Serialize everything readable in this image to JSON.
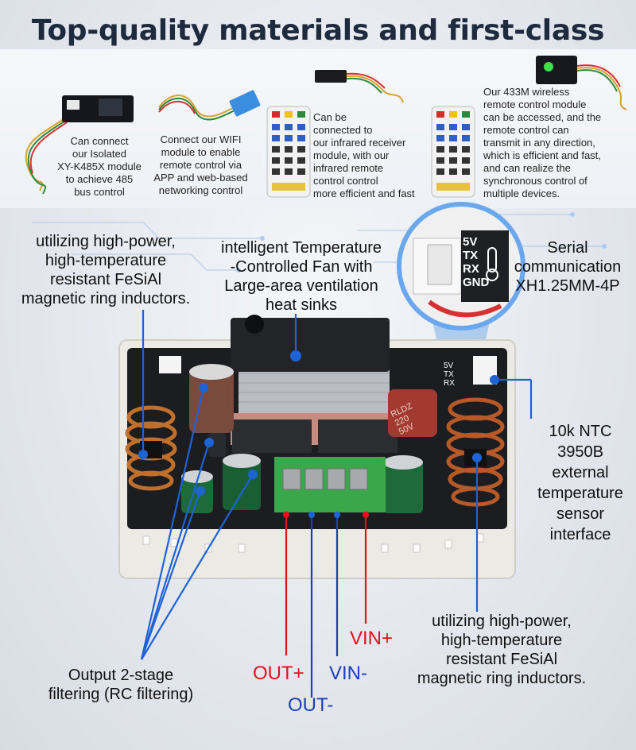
{
  "title": "Top-quality materials and first-class texture",
  "accessories": {
    "rs485": [
      "Can  connect",
      "our Isolated",
      "XY-K485X module",
      "to achieve 485",
      "bus control"
    ],
    "wifi": [
      "Connect our WIFI",
      "module to enable",
      "remote control via",
      "APP and web-based",
      "networking control"
    ],
    "infrared": [
      "Can be",
      "connected to",
      "our infrared receiver",
      "module, with our",
      "infrared remote",
      "control control",
      "more efficient and fast"
    ],
    "wireless": [
      "Our 433M wireless",
      "remote control module",
      "can be accessed, and the",
      "remote control can",
      "transmit in any direction,",
      "which is efficient and fast,",
      " and can realize the",
      "synchronous control of",
      "multiple devices."
    ]
  },
  "zoom_pins": [
    "5V",
    "TX",
    "RX",
    "GND"
  ],
  "labels": {
    "inductor_top": [
      "utilizing high-power,",
      "high-temperature",
      "resistant FeSiAl",
      "magnetic ring inductors."
    ],
    "fan": [
      "intelligent Temperature",
      "-Controlled Fan with",
      "Large-area ventilation",
      "heat sinks"
    ],
    "serial": [
      "Serial",
      "communication",
      "XH1.25MM-4P"
    ],
    "ntc": [
      "10k NTC",
      "3950B",
      "external",
      "temperature",
      "sensor",
      "interface"
    ],
    "inductor_bottom": [
      "utilizing high-power,",
      "high-temperature",
      "resistant FeSiAl",
      "magnetic ring inductors."
    ],
    "filter": [
      "Output 2-stage",
      "filtering (RC filtering)"
    ]
  },
  "terminals": {
    "vin_plus": "VIN+",
    "out_plus": "OUT+",
    "vin_minus": "VIN-",
    "out_minus": "OUT-"
  },
  "component_marks": {
    "cap_label": [
      "RLDZ",
      "220",
      "50V"
    ],
    "relay_pins": [
      "5V",
      "TX",
      "RX"
    ]
  },
  "colors": {
    "title": "#1e2a3d",
    "callout_blue": "#1e63d6",
    "positive_red": "#e0121d",
    "negative_blue": "#1b3fb4"
  }
}
